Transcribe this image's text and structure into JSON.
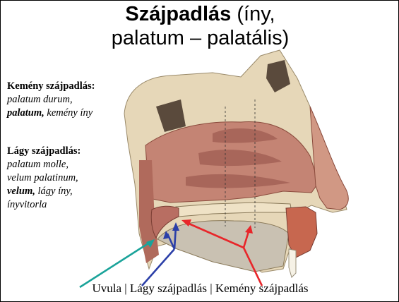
{
  "title": {
    "bold": "Szájpadlás",
    "rest_line1": " (íny,",
    "line2": "palatum – palatális)"
  },
  "hard_palate": {
    "heading": "Kemény szájpadlás:",
    "line1": "palatum durum,",
    "line2_bold": "palatum,",
    "line2_rest": " kemény íny"
  },
  "soft_palate": {
    "heading": "Lágy szájpadlás:",
    "line1": "palatum molle,",
    "line2": "velum palatinum,",
    "line3_bold": "velum,",
    "line3_rest": " lágy íny,",
    "line4": "ínyvitorla"
  },
  "caption": "Uvula | Lágy szájpadlás | Kemény szájpadlás",
  "colors": {
    "arrow_uvula": "#1aa39a",
    "arrow_soft": "#2b3fa8",
    "arrow_hard": "#e8262a"
  }
}
